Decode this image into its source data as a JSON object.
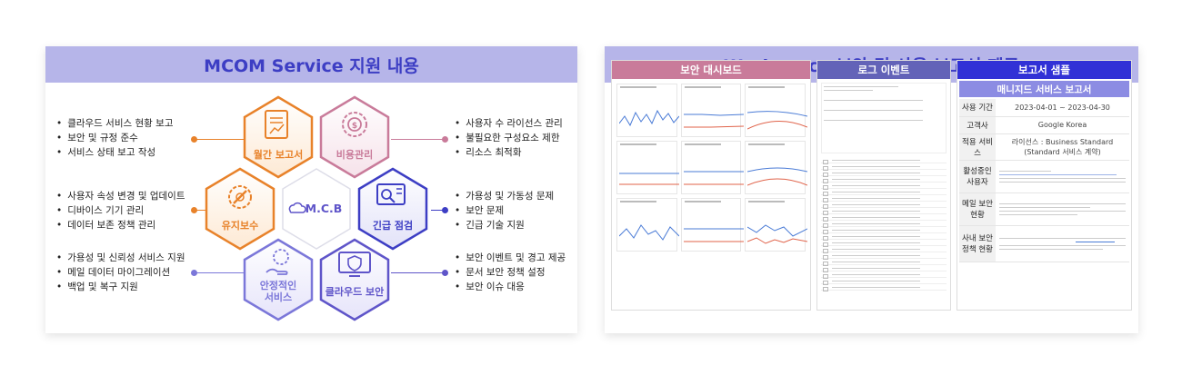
{
  "left": {
    "title": "MCOM Service 지원 내용",
    "center_logo": "M.C.B",
    "hexes": {
      "monthly": "월간 보고서",
      "cost": "비용관리",
      "maintenance": "유지보수",
      "emergency": "긴급 점검",
      "stable_1": "안정적인",
      "stable_2": "서비스",
      "cloud_security": "클라우드 보안"
    },
    "bullets_left_top": [
      "클라우드 서비스 현황 보고",
      "보안 및 규정 준수",
      "서비스 상태 보고 작성"
    ],
    "bullets_left_mid": [
      "사용자 속성 변경 및 업데이트",
      "디바이스 기기 관리",
      "데이터 보존 정책 관리"
    ],
    "bullets_left_bot": [
      "가용성 및 신뢰성 서비스 지원",
      "메일 데이터 마이그레이션",
      "백업 및 복구 지원"
    ],
    "bullets_right_top": [
      "사용자 수 라이선스 관리",
      "불필요한 구성요소 제한",
      "리소스 최적화"
    ],
    "bullets_right_mid": [
      "가용성 및 가동성 문제",
      "보안 문제",
      "긴급 기술 지원"
    ],
    "bullets_right_bot": [
      "보안 이벤트 및 경고 제공",
      "문서 보안 정책 설정",
      "보안 이슈 대응"
    ],
    "colors": {
      "orange": "#e8822a",
      "pink": "#c97b9a",
      "navy": "#3d3ec4",
      "purple": "#7b77d9",
      "violet": "#5f55c9"
    }
  },
  "right": {
    "title": "Workspace 보안 및 사용 보고서 제공",
    "dashboard_title": "보안 대시보드",
    "logs_title": "로그 이벤트",
    "report_title": "보고서 샘플",
    "report_subtitle": "매니지드 서비스 보고서",
    "report_rows": [
      {
        "key": "사용 기간",
        "value": "2023-04-01 ~ 2023-04-30"
      },
      {
        "key": "고객사",
        "value": "Google Korea"
      },
      {
        "key": "적용 서비스",
        "value": "라이선스 : Business Standard (Standard 서비스 계약)"
      },
      {
        "key": "활성중인 사용자",
        "value": ""
      },
      {
        "key": "메일 보안 현황",
        "value": ""
      },
      {
        "key": "사내 보안 정책 현황",
        "value": ""
      }
    ]
  }
}
